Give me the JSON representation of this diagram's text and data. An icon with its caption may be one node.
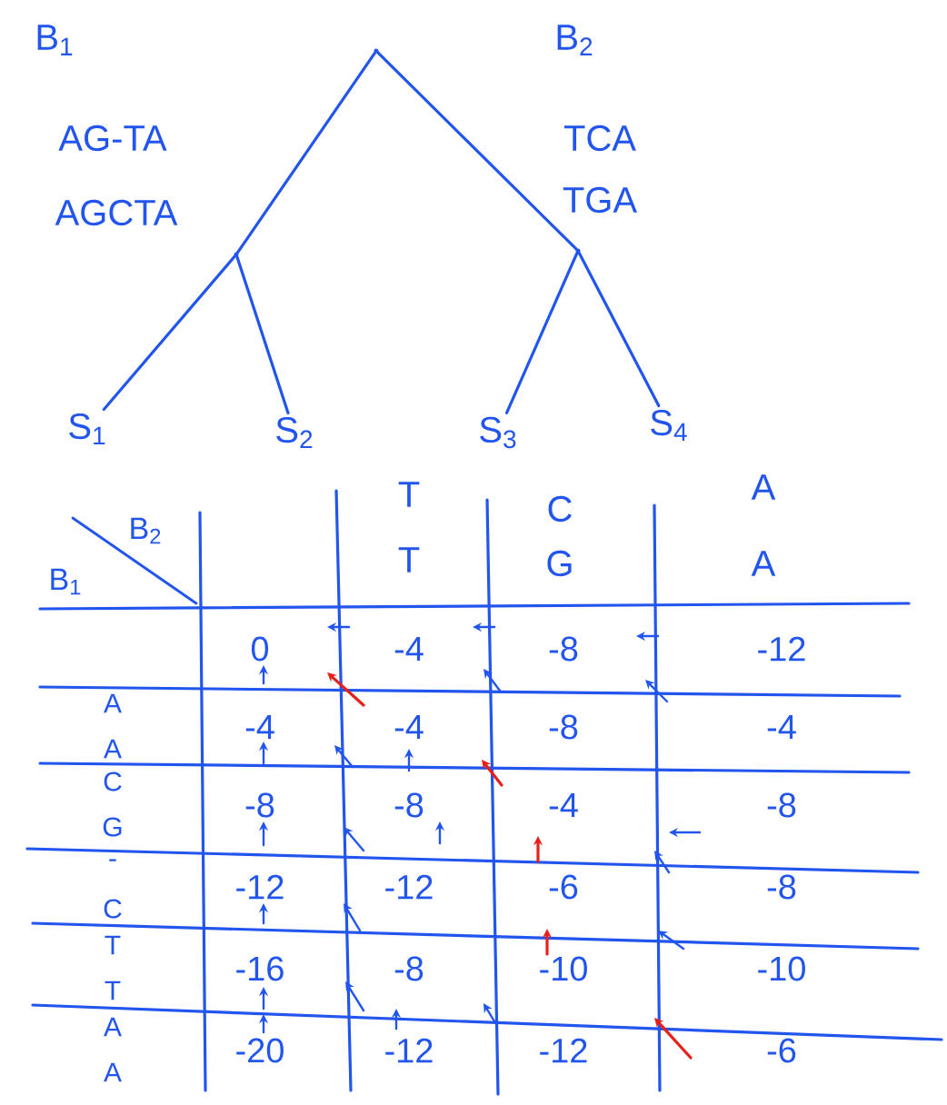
{
  "diagram": {
    "nodes": [
      {
        "text": [],
        "shape": "point"
      },
      {
        "text": [],
        "shape": "point"
      },
      {
        "text": [],
        "shape": "point"
      },
      {
        "text": [
          "S$_{1}$"
        ]
      },
      {
        "text": [
          "S$_{2}$"
        ]
      },
      {
        "text": [
          "S$_{3}$"
        ]
      },
      {
        "text": [
          "S$_{4}$"
        ]
      }
    ],
    "edges": [
      {
        "from": 0,
        "to": 1,
        "arrow": "none"
      },
      {
        "from": 0,
        "to": 2,
        "arrow": "none"
      },
      {
        "from": 1,
        "to": 3,
        "arrow": "none"
      },
      {
        "from": 1,
        "to": 4,
        "arrow": "none"
      },
      {
        "from": 2,
        "to": 5,
        "arrow": "none"
      },
      {
        "from": 2,
        "to": 6,
        "arrow": "none"
      }
    ],
    "labels": [
      "B$_{1}$",
      "B$_{2}$",
      "AG-TA",
      "TCA",
      "AGCTA",
      "TGA",
      "B$_{2}$",
      "B$_{1}$",
      "T",
      "C",
      "A",
      "T",
      "G",
      "A",
      "0",
      "-4",
      "-8",
      "-12",
      "A",
      "A",
      "-4",
      "-4",
      "-8",
      "-4",
      "C",
      "G",
      "-8",
      "-8",
      "-4",
      "-8",
      "-",
      "C",
      "-12",
      "-12",
      "-6",
      "-8",
      "T",
      "T",
      "-16",
      "-8",
      "-10",
      "-10",
      "A",
      "A",
      "-20",
      "-12",
      "-12",
      "-6"
    ]
  }
}
